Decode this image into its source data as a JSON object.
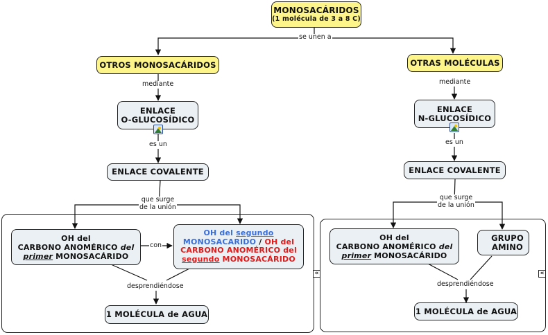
{
  "root": {
    "title": "MONOSACÁRIDOS",
    "subtitle": "(1 molécula de 3 a 8 C)"
  },
  "links": {
    "join": "se unen a",
    "via_left": "mediante",
    "via_right": "mediante",
    "is_left": "es un",
    "is_right": "es un",
    "arises_left_1": "que surge",
    "arises_left_2": "de la unión",
    "arises_right_1": "que surge",
    "arises_right_2": "de la unión",
    "with": "con",
    "releasing_left": "desprendiéndose",
    "releasing_right": "desprendiéndose"
  },
  "left": {
    "branch": "OTROS MONOSACÁRIDOS",
    "bond_1": "ENLACE",
    "bond_2": "O-GLUCOSÍDICO",
    "covalent": "ENLACE COVALENTE",
    "oh1_line1": "OH del",
    "oh1_line2a": "CARBONO ANOMÉRICO ",
    "oh1_line2b": "del",
    "oh1_line3a": "primer",
    "oh1_line3b": " MONOSACÁRIDO",
    "oh2_a": "OH del ",
    "oh2_b": "segundo",
    "oh2_c": "MONOSACARIDO",
    "oh2_sep": " / ",
    "oh2_d": "OH del",
    "oh2_e": "CARBONO ANOMÉRICO del",
    "oh2_f": "segundo",
    "oh2_g": " MONOSACÁRIDO",
    "water": "1 MOLÉCULA de AGUA"
  },
  "right": {
    "branch": "OTRAS MOLÉCULAS",
    "bond_1": "ENLACE",
    "bond_2": "N-GLUCOSÍDICO",
    "covalent": "ENLACE COVALENTE",
    "oh1_line1": "OH del",
    "oh1_line2a": "CARBONO ANOMÉRICO ",
    "oh1_line2b": "del",
    "oh1_line3a": "primer",
    "oh1_line3b": " MONOSACÁRIDO",
    "amino_1": "GRUPO",
    "amino_2": "AMINO",
    "water": "1 MOLÉCULA de AGUA"
  },
  "icons": {
    "image_attachment": "image-icon",
    "collapse": "collapse-icon",
    "collapse_glyph": "«"
  },
  "colors": {
    "root_fill": "#fdf58a",
    "concept_fill": "#eaf0f3",
    "blue_text": "#3a6fd8",
    "red_text": "#e11a1a"
  }
}
